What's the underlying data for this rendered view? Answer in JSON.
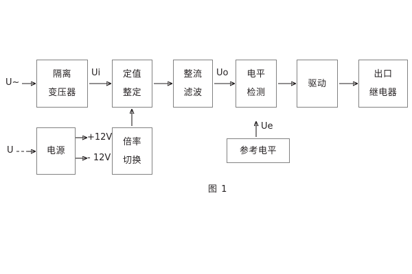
{
  "figure": {
    "caption": "图 1",
    "colors": {
      "background": "#ffffff",
      "box_border": "#808080",
      "text": "#231f20",
      "wire": "#231f20"
    }
  },
  "blocks": [
    {
      "id": "isolation-transformer",
      "lines": [
        "隔离",
        "变压器"
      ]
    },
    {
      "id": "setpoint-setting",
      "lines": [
        "定值",
        "整定"
      ]
    },
    {
      "id": "rectify-filter",
      "lines": [
        "整流",
        "滤波"
      ]
    },
    {
      "id": "level-detection",
      "lines": [
        "电平",
        "检测"
      ]
    },
    {
      "id": "drive",
      "lines": [
        "驱动"
      ]
    },
    {
      "id": "output-relay",
      "lines": [
        "出口",
        "继电器"
      ]
    },
    {
      "id": "power-supply",
      "lines": [
        "电源"
      ]
    },
    {
      "id": "multiplier-switch",
      "lines": [
        "倍率",
        "切换"
      ]
    },
    {
      "id": "reference-level",
      "lines": [
        "参考电平"
      ]
    }
  ],
  "labels": {
    "input_ac": "U~",
    "input_dc": "U",
    "ui": "Ui",
    "uo": "Uo",
    "ue": "Ue",
    "plus_12v": "+12V",
    "minus_12v": "- 12V"
  }
}
